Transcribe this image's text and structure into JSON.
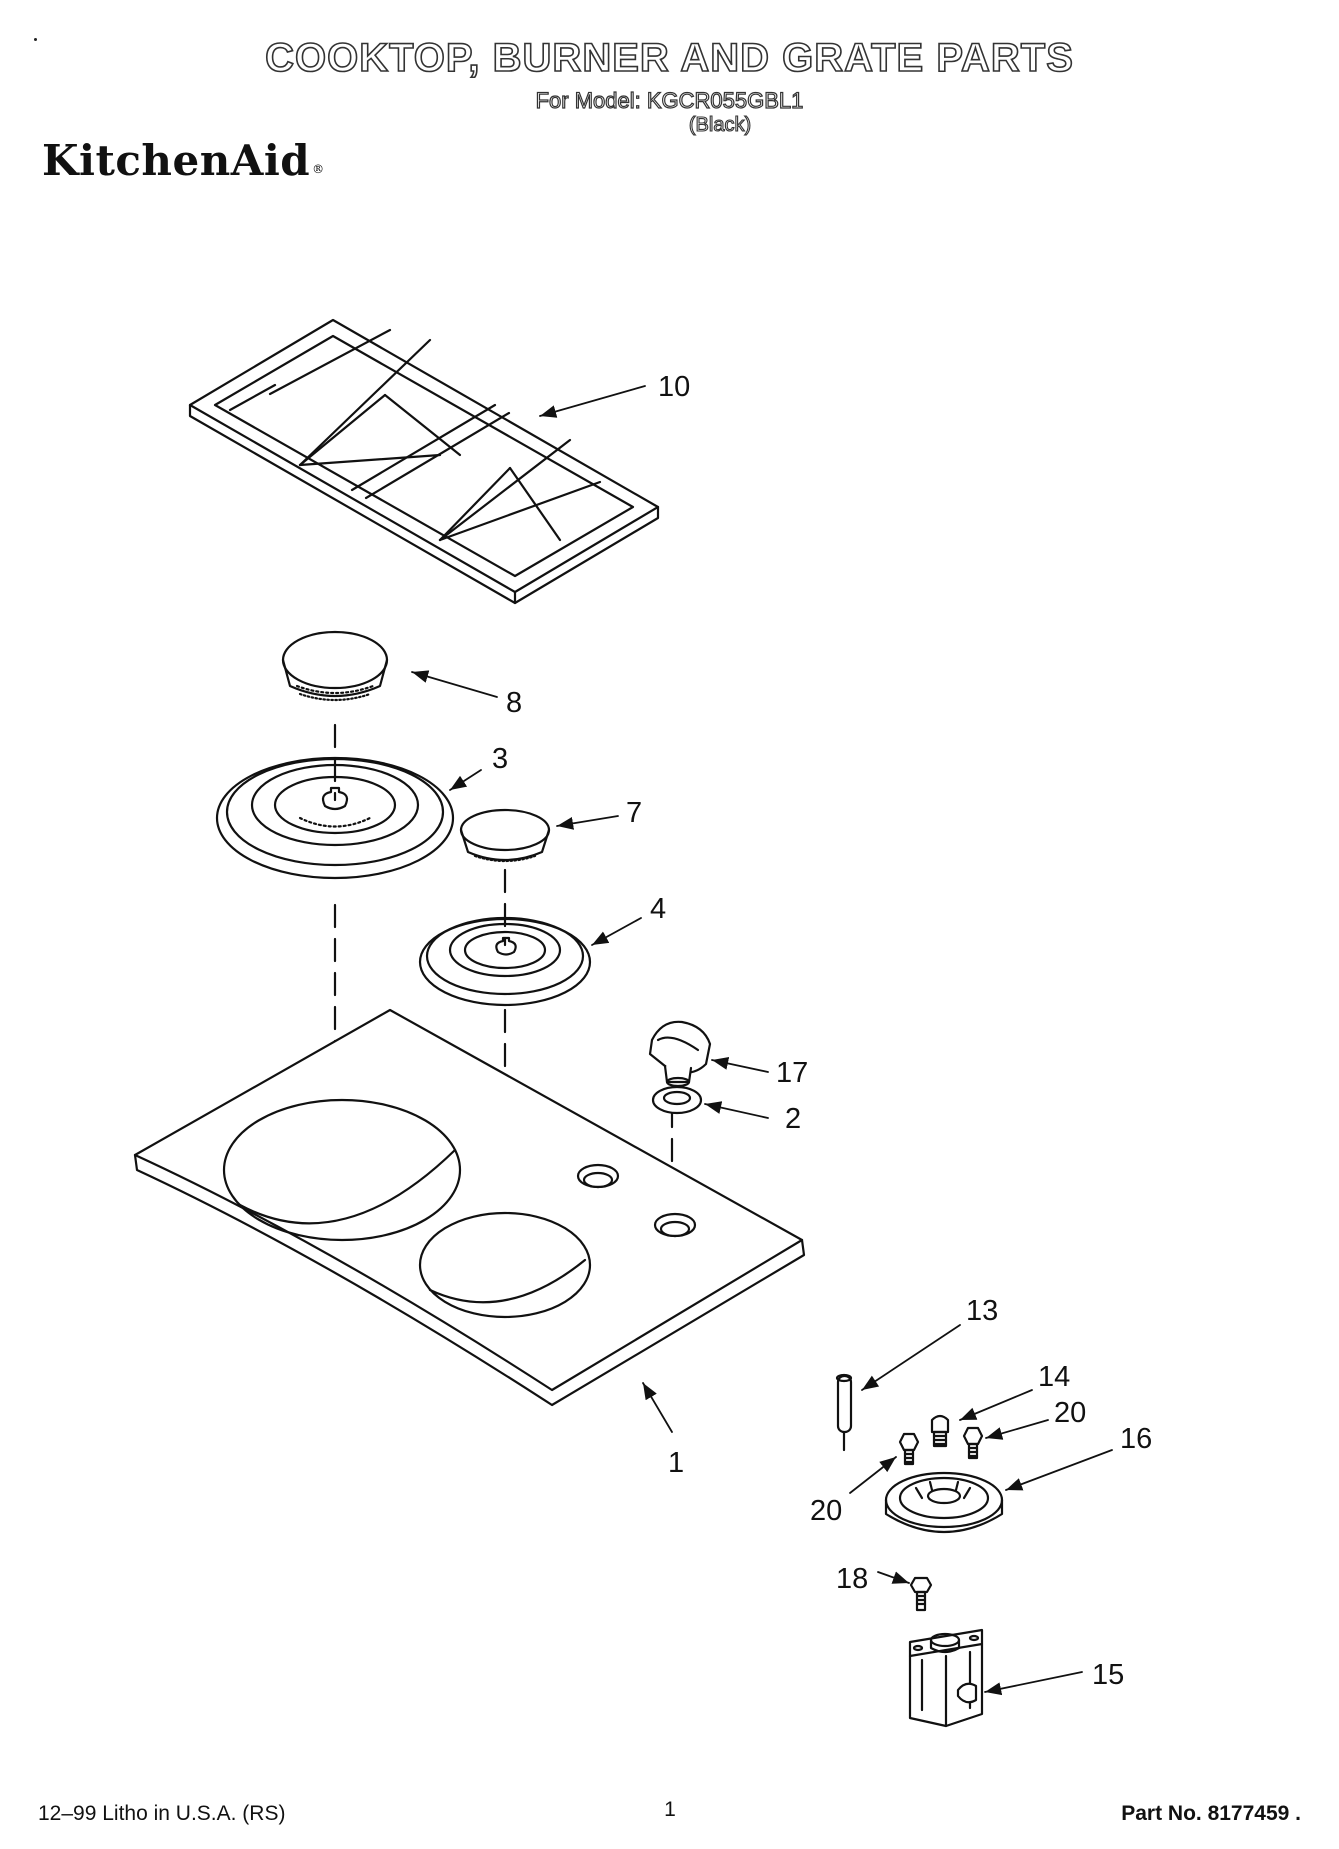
{
  "header": {
    "title": "COOKTOP, BURNER AND GRATE PARTS",
    "model_line": "For Model: KGCR055GBL1",
    "variant": "(Black)",
    "brand": "KitchenAid",
    "brand_mark": "®"
  },
  "callouts": [
    {
      "id": "10",
      "label": "10"
    },
    {
      "id": "8",
      "label": "8"
    },
    {
      "id": "3",
      "label": "3"
    },
    {
      "id": "7",
      "label": "7"
    },
    {
      "id": "4",
      "label": "4"
    },
    {
      "id": "17",
      "label": "17"
    },
    {
      "id": "2",
      "label": "2"
    },
    {
      "id": "13",
      "label": "13"
    },
    {
      "id": "14",
      "label": "14"
    },
    {
      "id": "20a",
      "label": "20"
    },
    {
      "id": "16",
      "label": "16"
    },
    {
      "id": "20b",
      "label": "20"
    },
    {
      "id": "1",
      "label": "1"
    },
    {
      "id": "18",
      "label": "18"
    },
    {
      "id": "15",
      "label": "15"
    }
  ],
  "footer": {
    "left": "12–99 Litho in U.S.A. (RS)",
    "page": "1",
    "part_number": "Part No. 8177459 ."
  }
}
